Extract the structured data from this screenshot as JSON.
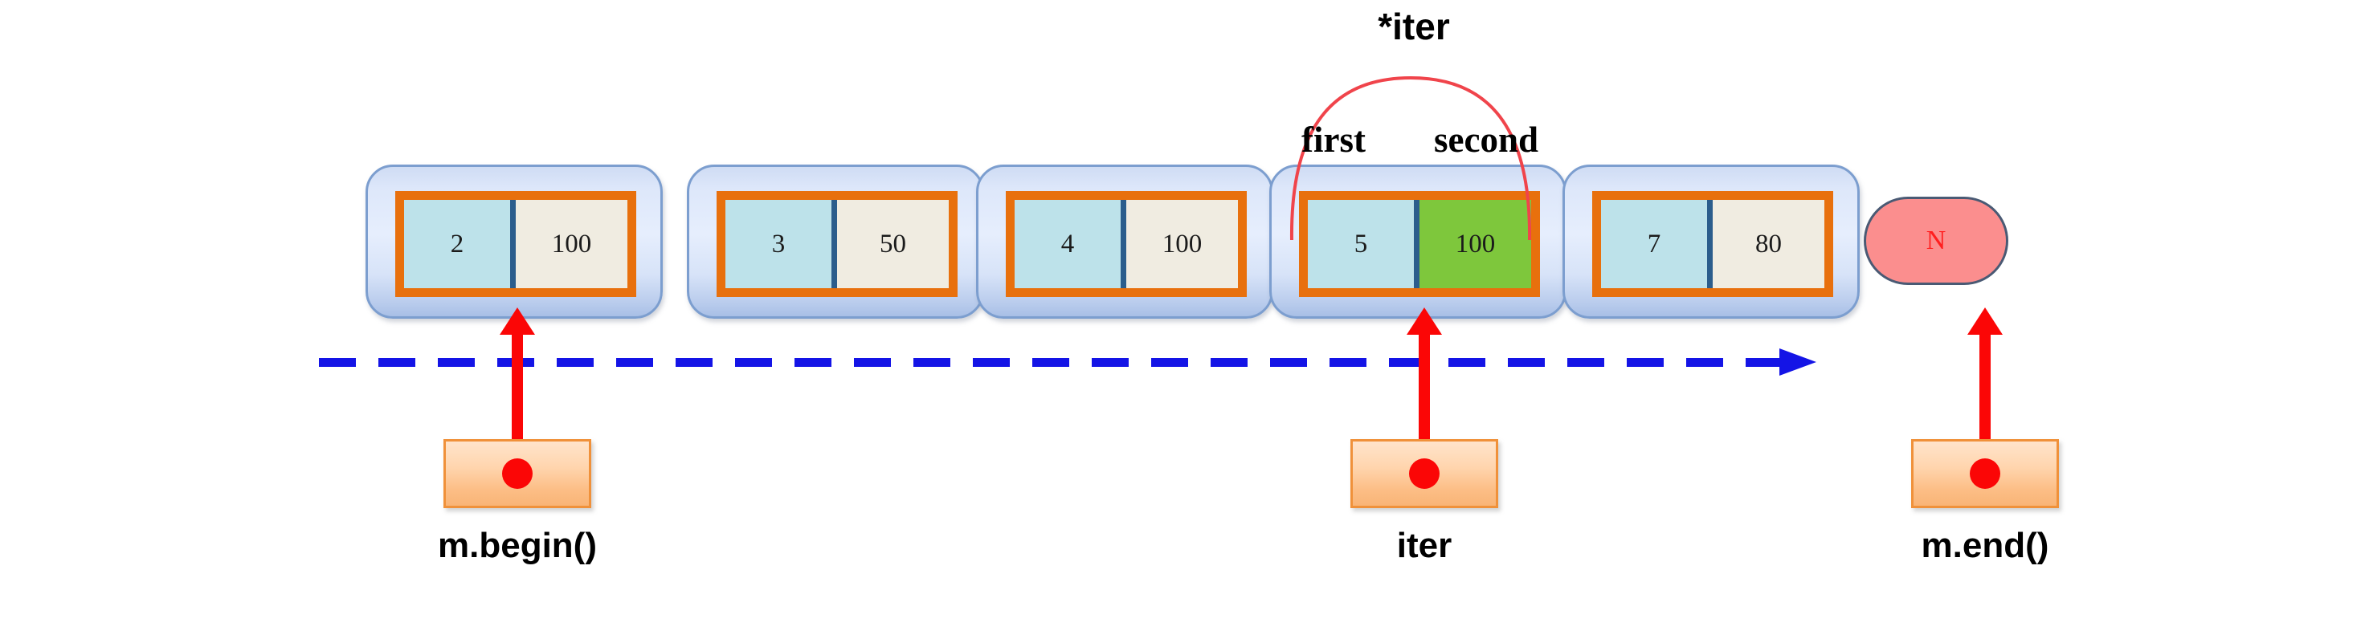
{
  "diagram": {
    "title": "std::map iterator traversal diagram",
    "colors": {
      "node_fill": "#dde7fa",
      "node_border": "#7c9ecf",
      "pair_border": "#e8700d",
      "key_cell": "#bde2ea",
      "value_cell": "#f0ece1",
      "highlight_value_cell": "#7ec73c",
      "end_pill_fill": "#fb8e8e",
      "end_pill_text": "#ff1f1f",
      "pointer_red": "#fb0606",
      "axis_blue": "#1414e6",
      "pointer_box_fill": "#ffd5ae",
      "pointer_box_border": "#f0913a"
    },
    "nodes": [
      {
        "key": "2",
        "value": "100",
        "highlighted": false
      },
      {
        "key": "3",
        "value": "50",
        "highlighted": false
      },
      {
        "key": "4",
        "value": "100",
        "highlighted": false
      },
      {
        "key": "5",
        "value": "100",
        "highlighted": true
      },
      {
        "key": "7",
        "value": "80",
        "highlighted": false
      }
    ],
    "end_node": {
      "label": "N"
    },
    "annotation": {
      "deref_label": "*iter",
      "first_label": "first",
      "second_label": "second"
    },
    "pointers": [
      {
        "label": "m.begin()"
      },
      {
        "label": "iter"
      },
      {
        "label": "m.end()"
      }
    ]
  }
}
